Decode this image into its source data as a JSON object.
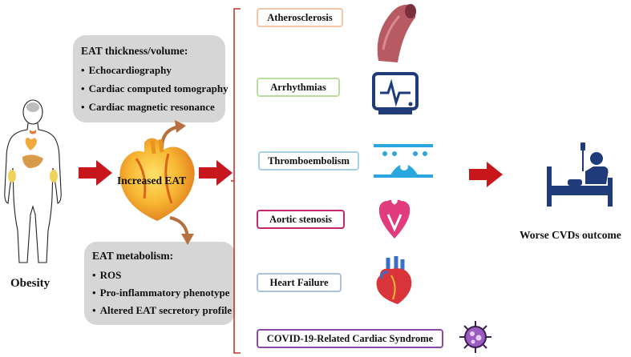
{
  "obesity_label": "Obesity",
  "central_label": "Increased EAT",
  "thickness_box": {
    "title": "EAT thickness/volume:",
    "items": [
      "Echocardiography",
      "Cardiac computed tomography",
      "Cardiac magnetic resonance"
    ]
  },
  "metabolism_box": {
    "title": "EAT metabolism:",
    "items": [
      "ROS",
      "Pro-inflammatory phenotype",
      "Altered EAT secretory profile"
    ]
  },
  "outcomes": [
    {
      "label": "Atherosclerosis",
      "border_color": "#f4c7a6",
      "icon": "artery-icon"
    },
    {
      "label": "Arrhythmias",
      "border_color": "#b9dca0",
      "icon": "ecg-monitor-icon"
    },
    {
      "label": "Thromboembolism",
      "border_color": "#a7cfe6",
      "icon": "thrombus-vessel-icon"
    },
    {
      "label": "Aortic stenosis",
      "border_color": "#c3266b",
      "icon": "heart-valve-icon"
    },
    {
      "label": "Heart Failure",
      "border_color": "#a9c3de",
      "icon": "anatomical-heart-icon"
    },
    {
      "label": "COVID-19-Related Cardiac Syndrome",
      "border_color": "#8a4aa8",
      "icon": "virus-icon"
    }
  ],
  "final_outcome": "Worse CVDs outcome",
  "colors": {
    "arrow_red": "#c8161d",
    "bracket_red": "#c0392b",
    "gray_box": "#d6d6d6",
    "navy_icon": "#1f3b7a",
    "curved_arrow": "#b5703d"
  }
}
